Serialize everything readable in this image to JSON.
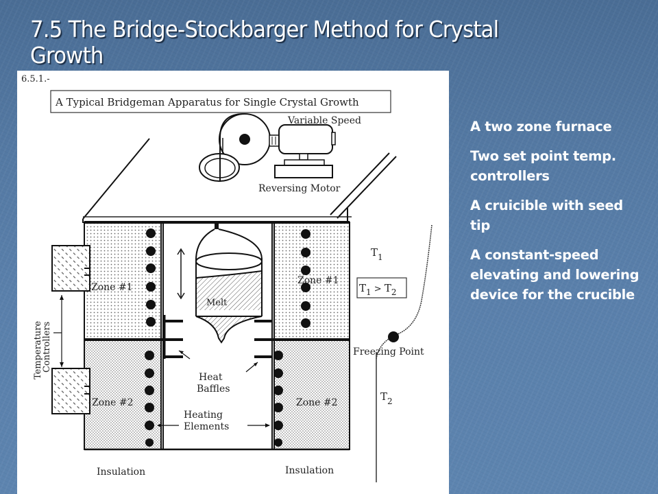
{
  "slide": {
    "title": "7.5 The Bridge-Stockbarger Method for Crystal Growth",
    "background_color": "#5479a3",
    "text_color": "#ffffff"
  },
  "figure": {
    "ref_number": "6.5.1.-",
    "caption": "A Typical Bridgeman Apparatus for Single Crystal Growth",
    "labels": {
      "motor_top": "Variable Speed",
      "motor_bottom": "Reversing Motor",
      "zone1_left": "Zone #1",
      "zone1_right": "Zone #1",
      "zone2_left": "Zone #2",
      "zone2_right": "Zone #2",
      "melt": "Melt",
      "controllers_line1": "Temperature",
      "controllers_line2": "Controllers",
      "heat_baffles_line1": "Heat",
      "heat_baffles_line2": "Baffles",
      "heating_elements_line1": "Heating",
      "heating_elements_line2": "Elements",
      "insulation_left": "Insulation",
      "insulation_right": "Insulation",
      "t1": "T",
      "t1_sub": "1",
      "t2": "T",
      "t2_sub": "2",
      "inequality_t1": "T",
      "inequality_t1_sub": "1",
      "inequality_op": " > ",
      "inequality_t2": "T",
      "inequality_t2_sub": "2",
      "freezing_point": "Freezing Point"
    }
  },
  "bullets": [
    "A two zone furnace",
    "Two set point temp. controllers",
    "A cruicible with seed tip",
    "A constant-speed elevating and lowering device for the crucible"
  ]
}
